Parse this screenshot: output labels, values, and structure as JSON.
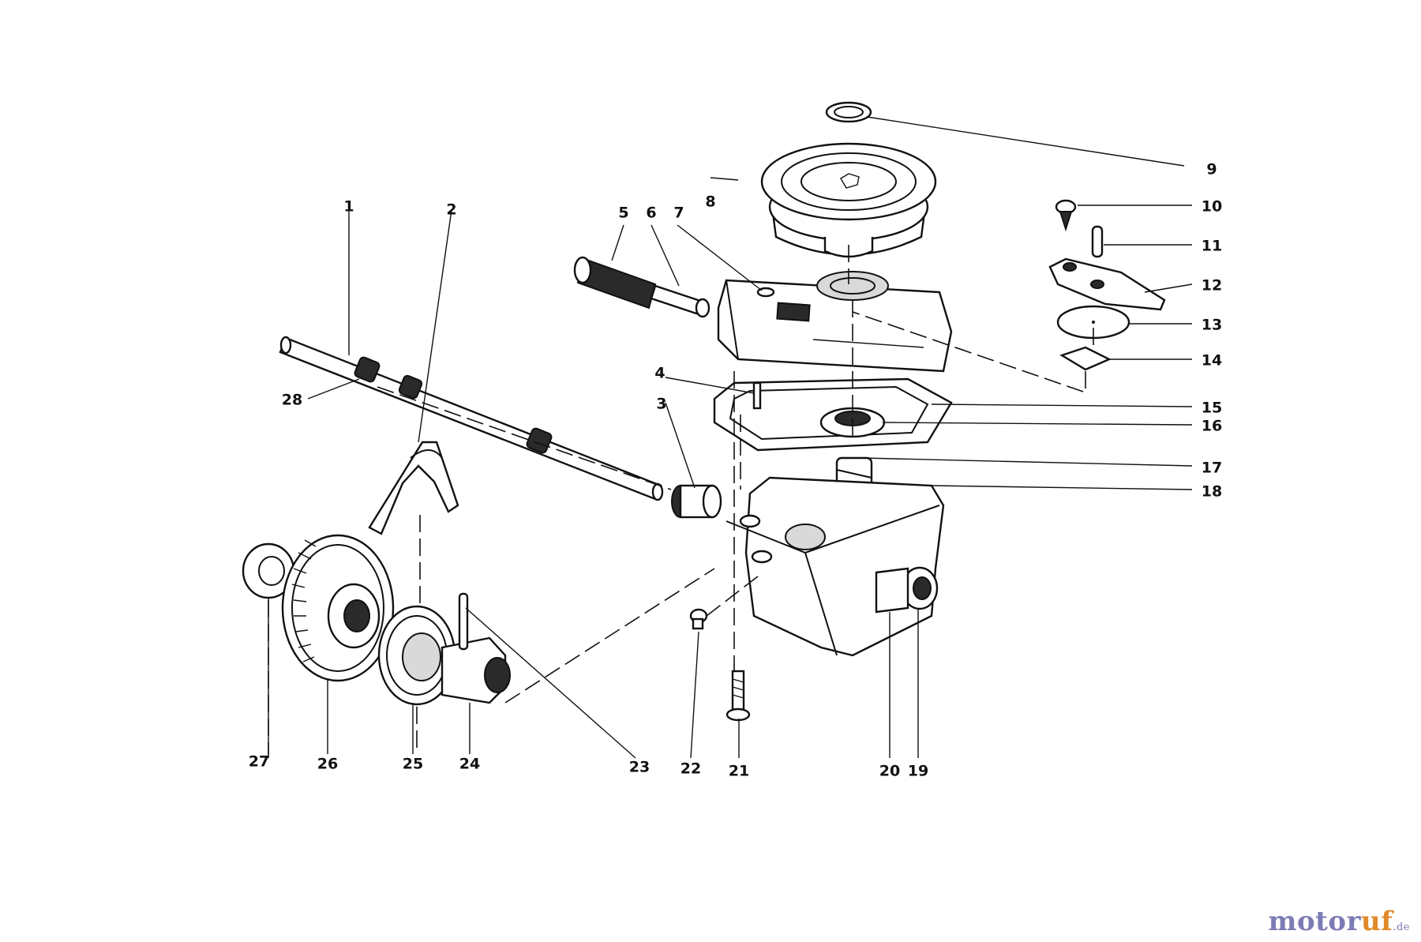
{
  "diagram": {
    "labels": {
      "l1": "1",
      "l2": "2",
      "l3": "3",
      "l4": "4",
      "l5": "5",
      "l6": "6",
      "l7": "7",
      "l8": "8",
      "l9": "9",
      "l10": "10",
      "l11": "11",
      "l12": "12",
      "l13": "13",
      "l14": "14",
      "l15": "15",
      "l16": "16",
      "l17": "17",
      "l18": "18",
      "l19": "19",
      "l20": "20",
      "l21": "21",
      "l22": "22",
      "l23": "23",
      "l24": "24",
      "l25": "25",
      "l26": "26",
      "l27": "27",
      "l28": "28"
    }
  },
  "watermark": {
    "brand_a": "motor",
    "brand_b": "uf",
    "tld": ".de"
  },
  "colors": {
    "line": "#111111",
    "watermark_purple": "#7d7bb5",
    "watermark_orange": "#e08a2a"
  }
}
